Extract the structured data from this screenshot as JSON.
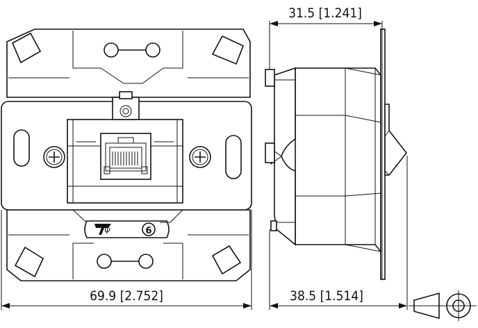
{
  "dimensions": {
    "front_width": "69.9 [2.752]",
    "side_depth_top": "31.5 [1.241]",
    "side_depth_bottom": "38.5 [1.514]"
  },
  "marks": {
    "socket_number": "6"
  },
  "icons": {
    "projection_symbol": "first-angle-projection-icon",
    "brand_logo": "brand-logo-icon"
  }
}
